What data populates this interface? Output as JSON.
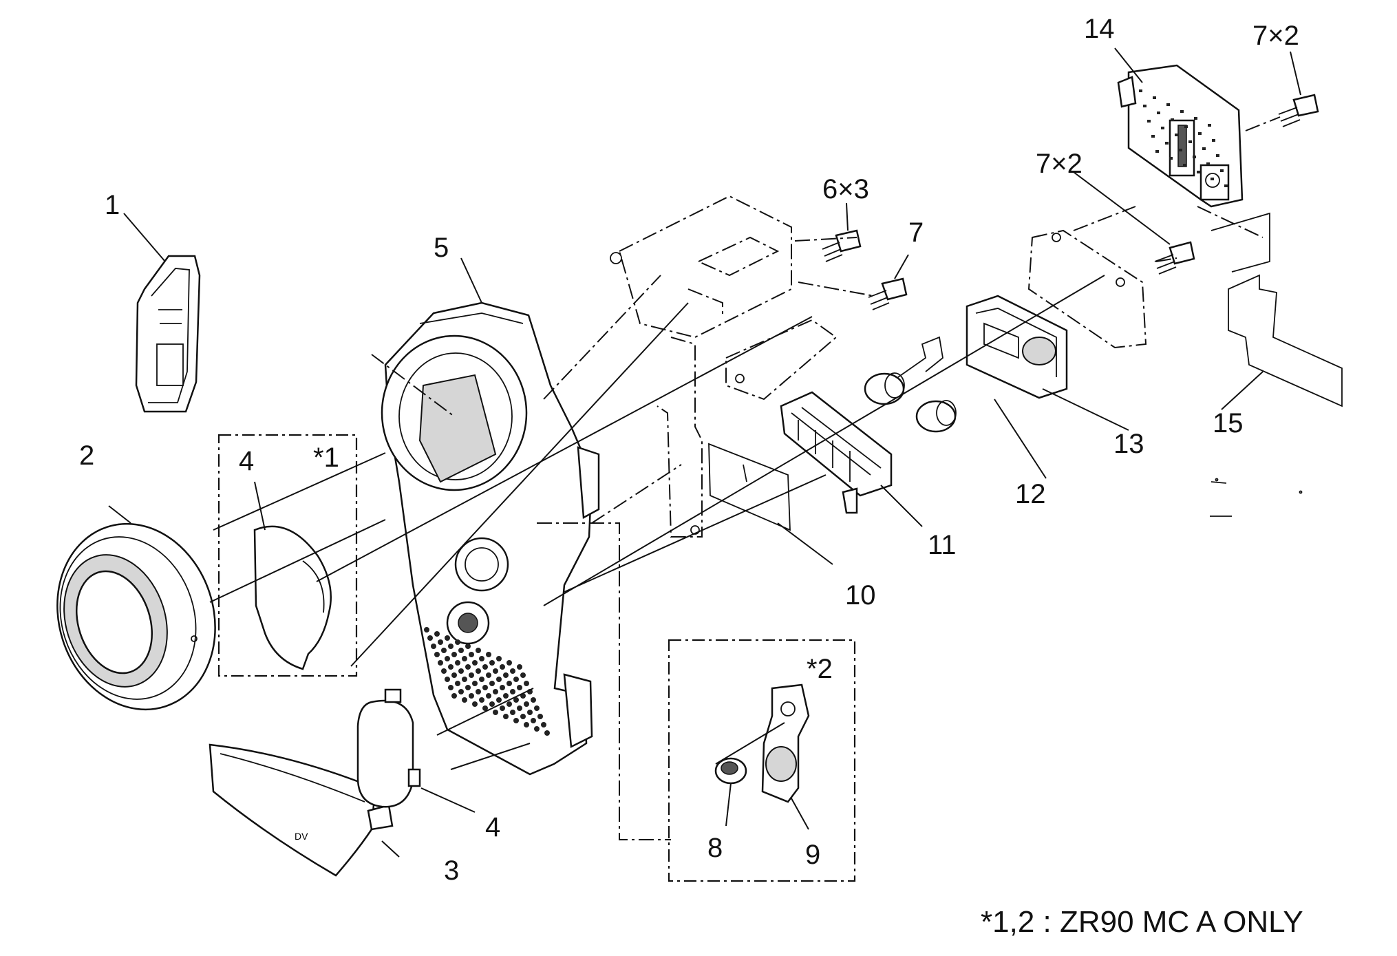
{
  "callouts": {
    "c1": "1",
    "c2": "2",
    "c3": "3",
    "c4a": "4",
    "c4b": "4",
    "c5": "5",
    "c6": "6×3",
    "c7": "7",
    "c7b": "7×2",
    "c7c": "7×2",
    "c8": "8",
    "c9": "9",
    "c10": "10",
    "c11": "11",
    "c12": "12",
    "c13": "13",
    "c14": "14",
    "c15": "15",
    "g1": "*1",
    "g2": "*2"
  },
  "footnote": "*1,2 : ZR90 MC A ONLY"
}
